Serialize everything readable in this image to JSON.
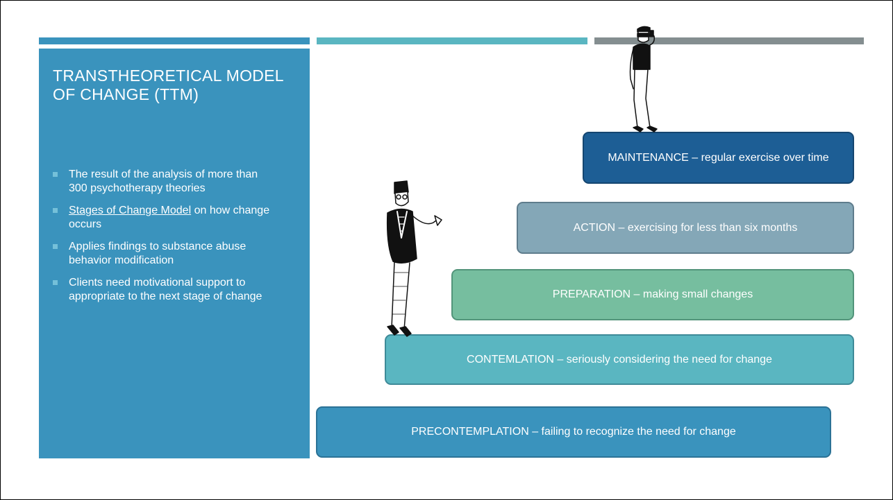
{
  "panel": {
    "title": "TRANSTHEORETICAL MODEL OF CHANGE (TTM)",
    "bullets": [
      {
        "text": "The result of the analysis of more than 300 psychotherapy theories"
      },
      {
        "link": "Stages of Change Model",
        "text": " on how change occurs"
      },
      {
        "text": "Applies findings to substance abuse behavior modification"
      },
      {
        "text": "Clients need motivational support to appropriate to the next stage of change"
      }
    ]
  },
  "stages": {
    "precontemplation": "PRECONTEMPLATION – failing to recognize the need for change",
    "contemplation": "CONTEMLATION – seriously considering the need for change",
    "preparation": "PREPARATION – making small changes",
    "action": "ACTION – exercising for less than six months",
    "maintenance": "MAINTENANCE – regular exercise over time"
  },
  "colors": {
    "accent_blue": "#3a93bd",
    "accent_teal": "#5ab6c1",
    "accent_gray": "#848e90",
    "preparation_green": "#76be9f",
    "action_gray_blue": "#84a7b7",
    "maintenance_navy": "#1d5e95"
  }
}
